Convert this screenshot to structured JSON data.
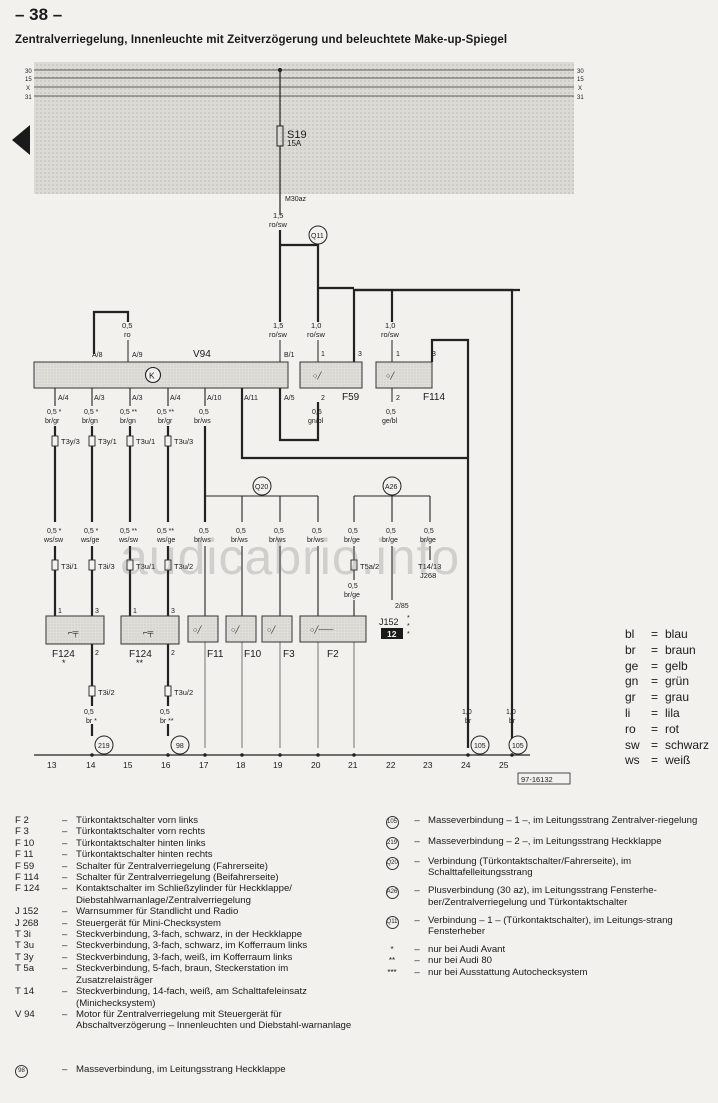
{
  "page_number": "– 38 –",
  "title": "Zentralverriegelung, Innenleuchte mit Zeitverzögerung und beleuchtete Make-up-Spiegel",
  "bus_labels": [
    "30",
    "15",
    "X",
    "31"
  ],
  "fuse": {
    "name": "S19",
    "rating": "15A"
  },
  "connector_m30": "M30az",
  "wire_labels": {
    "w_top": [
      "1,5",
      "ro/sw"
    ],
    "w_v94_ro": [
      "0,5",
      "ro"
    ],
    "w_f59_in": [
      "1,5",
      "ro/sw"
    ],
    "w_f59_in2": [
      "1,0",
      "ro/sw"
    ],
    "w_f114_in": [
      "1,0",
      "ro/sw"
    ],
    "w_f59_out": [
      "0,5",
      "gn/bl"
    ],
    "w_f114_out": [
      "0,5",
      "ge/bl"
    ],
    "w_a4_1": [
      "0,5 *",
      "br/gr"
    ],
    "w_a3_1": [
      "0,5 *",
      "br/gn"
    ],
    "w_a3_2": [
      "0,5 **",
      "br/gn"
    ],
    "w_a4_2": [
      "0,5 **",
      "br/gr"
    ],
    "w_a10": [
      "0,5",
      "br/ws"
    ],
    "w_ws_sw": [
      "0,5 *",
      "ws/sw"
    ],
    "w_ws_ge1": [
      "0,5 *",
      "ws/ge"
    ],
    "w_ws_sw2": [
      "0,5 **",
      "ws/sw"
    ],
    "w_ws_ge2": [
      "0,5 **",
      "ws/ge"
    ],
    "w_brws1": [
      "0,5",
      "br/ws"
    ],
    "w_brws2": [
      "0,5",
      "br/ws"
    ],
    "w_brws3": [
      "0,5",
      "br/ws"
    ],
    "w_brws4": [
      "0,5",
      "br/ws"
    ],
    "w_brge1": [
      "0,5",
      "br/ge"
    ],
    "w_brge2": [
      "0,5",
      "br/ge"
    ],
    "w_brge3": [
      "0,5",
      "br/ge"
    ],
    "w_brge4": [
      "0,5",
      "br/ge"
    ],
    "w_g1": [
      "0,5",
      "br *"
    ],
    "w_g2": [
      "0,5",
      "br **"
    ],
    "w_24": [
      "1,0",
      "br"
    ],
    "w_25": [
      "1,0",
      "br"
    ]
  },
  "pins": {
    "v94": [
      "A/8",
      "A/9",
      "B/1",
      "A/4",
      "A/3",
      "A/3",
      "A/4",
      "A/10",
      "A/11",
      "A/5"
    ],
    "f59": [
      "1",
      "3",
      "2"
    ],
    "f114": [
      "1",
      "3",
      "2"
    ],
    "f124": [
      "1",
      "3",
      "2"
    ]
  },
  "components": {
    "v94": "V94",
    "f59": "F59",
    "f114": "F114",
    "f124a": "F124",
    "f124a_mark": "*",
    "f124b": "F124",
    "f124b_mark": "**",
    "f11": "F11",
    "f10": "F10",
    "f3": "F3",
    "f2": "F2",
    "j152": "J152",
    "j152_pin": "2/85",
    "j152_box": "12",
    "k": "K"
  },
  "connectors": {
    "t3y3": "T3y/3",
    "t3y1": "T3y/1",
    "t3u1": "T3u/1",
    "t3u3": "T3u/3",
    "t3i1": "T3i/1",
    "t3i3": "T3i/3",
    "t3u1b": "T3u/1",
    "t3u2": "T3u/2",
    "t3i2": "T3i/2",
    "t3u2b": "T3u/2",
    "t5a2": "T5a/2",
    "t14_13": "T14/13",
    "j268": "J268"
  },
  "circles": {
    "q11": "Q11",
    "q20": "Q20",
    "a26": "A26",
    "g219": "219",
    "g98": "98",
    "g105a": "105",
    "g105b": "105"
  },
  "columns": [
    "13",
    "14",
    "15",
    "16",
    "17",
    "18",
    "19",
    "20",
    "21",
    "22",
    "23",
    "24",
    "25"
  ],
  "figure_ref": "97-16132",
  "color_legend": [
    {
      "code": "bl",
      "name": "blau"
    },
    {
      "code": "br",
      "name": "braun"
    },
    {
      "code": "ge",
      "name": "gelb"
    },
    {
      "code": "gn",
      "name": "grün"
    },
    {
      "code": "gr",
      "name": "grau"
    },
    {
      "code": "li",
      "name": "lila"
    },
    {
      "code": "ro",
      "name": "rot"
    },
    {
      "code": "sw",
      "name": "schwarz"
    },
    {
      "code": "ws",
      "name": "weiß"
    }
  ],
  "component_list": [
    {
      "code": "F 2",
      "desc": "Türkontaktschalter vorn links"
    },
    {
      "code": "F 3",
      "desc": "Türkontaktschalter vorn rechts"
    },
    {
      "code": "F 10",
      "desc": "Türkontaktschalter hinten links"
    },
    {
      "code": "F 11",
      "desc": "Türkontaktschalter hinten rechts"
    },
    {
      "code": "F 59",
      "desc": "Schalter für Zentralverriegelung (Fahrerseite)"
    },
    {
      "code": "F 114",
      "desc": "Schalter für Zentralverriegelung (Beifahrerseite)"
    },
    {
      "code": "F 124",
      "desc": "Kontaktschalter im Schließzylinder für Heckklappe/ Diebstahlwarnanlage/Zentralverriegelung"
    },
    {
      "code": "J 152",
      "desc": "Warnsummer für Standlicht und Radio"
    },
    {
      "code": "J 268",
      "desc": "Steuergerät für Mini-Checksystem"
    },
    {
      "code": "T 3i",
      "desc": "Steckverbindung, 3-fach, schwarz, in der Heckklappe"
    },
    {
      "code": "T 3u",
      "desc": "Steckverbindung, 3-fach, schwarz, im Kofferraum links"
    },
    {
      "code": "T 3y",
      "desc": "Steckverbindung, 3-fach, weiß, im Kofferraum links"
    },
    {
      "code": "T 5a",
      "desc": "Steckverbindung, 5-fach, braun, Steckerstation im Zusatzrelaisträger"
    },
    {
      "code": "T 14",
      "desc": "Steckverbindung, 14-fach, weiß, am Schalttafeleinsatz (Minichecksystem)"
    },
    {
      "code": "V 94",
      "desc": "Motor für Zentralverriegelung mit Steuergerät für Abschaltverzögerung – Innenleuchten und Diebstahl-warnanlage"
    }
  ],
  "notes": [
    {
      "sym": "105",
      "desc": "Masseverbindung – 1 –, im Leitungsstrang Zentralver-riegelung"
    },
    {
      "sym": "219",
      "desc": "Masseverbindung – 2 –, im Leitungsstrang Heckklappe"
    },
    {
      "sym": "Q20",
      "desc": "Verbindung (Türkontaktschalter/Fahrerseite), im Schalttafelleitungsstrang"
    },
    {
      "sym": "A26",
      "desc": "Plusverbindung (30 az), im Leitungsstrang Fensterhe-ber/Zentralverriegelung und Türkontaktschalter"
    },
    {
      "sym": "Q11",
      "desc": "Verbindung – 1 – (Türkontaktschalter), im Leitungs-strang Fensterheber"
    }
  ],
  "star_notes": [
    {
      "sym": "*",
      "desc": "nur bei Audi Avant"
    },
    {
      "sym": "**",
      "desc": "nur bei Audi 80"
    },
    {
      "sym": "***",
      "desc": "nur bei Ausstattung Autochecksystem"
    }
  ],
  "bottom_note": {
    "sym": "98",
    "desc": "Masseverbindung, im Leitungsstrang Heckklappe"
  },
  "watermark": "audicabrio.info"
}
